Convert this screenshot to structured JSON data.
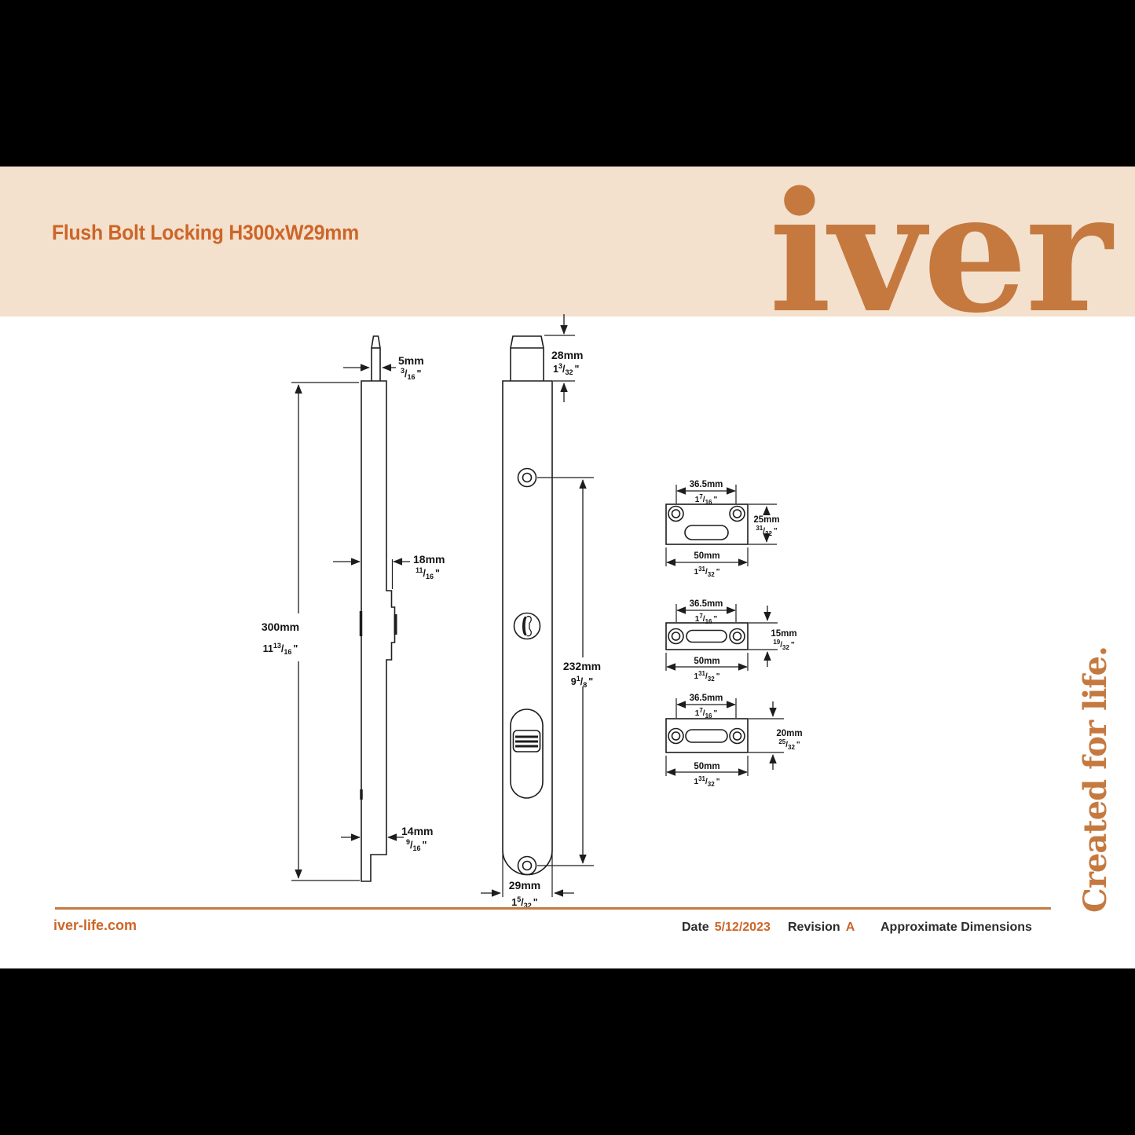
{
  "header": {
    "title": "Flush Bolt Locking H300xW29mm",
    "logo": "iver"
  },
  "tagline": "Created for life.",
  "footer": {
    "website": "iver-life.com",
    "date_label": "Date",
    "date_value": "5/12/2023",
    "revision_label": "Revision",
    "revision_value": "A",
    "note": "Approximate Dimensions"
  },
  "colors": {
    "accent_orange": "#CD6527",
    "brand_orange": "#C5793F",
    "band_cream": "#F3E1CE",
    "line_ink": "#1d1d1d",
    "page_black": "#000000",
    "paper_white": "#ffffff"
  },
  "symbols": {
    "inch": "\"",
    "slash": "/"
  },
  "dims": {
    "d5": {
      "mm": "5mm",
      "w": "",
      "n": "3",
      "d": "16"
    },
    "d300": {
      "mm": "300mm",
      "w": "11",
      "n": "13",
      "d": "16"
    },
    "d18": {
      "mm": "18mm",
      "w": "",
      "n": "11",
      "d": "16"
    },
    "d14": {
      "mm": "14mm",
      "w": "",
      "n": "9",
      "d": "16"
    },
    "d28": {
      "mm": "28mm",
      "w": "1",
      "n": "3",
      "d": "32"
    },
    "d232": {
      "mm": "232mm",
      "w": "9",
      "n": "1",
      "d": "8"
    },
    "d29": {
      "mm": "29mm",
      "w": "1",
      "n": "5",
      "d": "32"
    },
    "d36_5": {
      "mm": "36.5mm",
      "w": "1",
      "n": "7",
      "d": "16"
    },
    "d50": {
      "mm": "50mm",
      "w": "1",
      "n": "31",
      "d": "32"
    },
    "d25": {
      "mm": "25mm",
      "w": "",
      "n": "31",
      "d": "32"
    },
    "d15": {
      "mm": "15mm",
      "w": "",
      "n": "19",
      "d": "32"
    },
    "d20": {
      "mm": "20mm",
      "w": "",
      "n": "25",
      "d": "32"
    }
  }
}
